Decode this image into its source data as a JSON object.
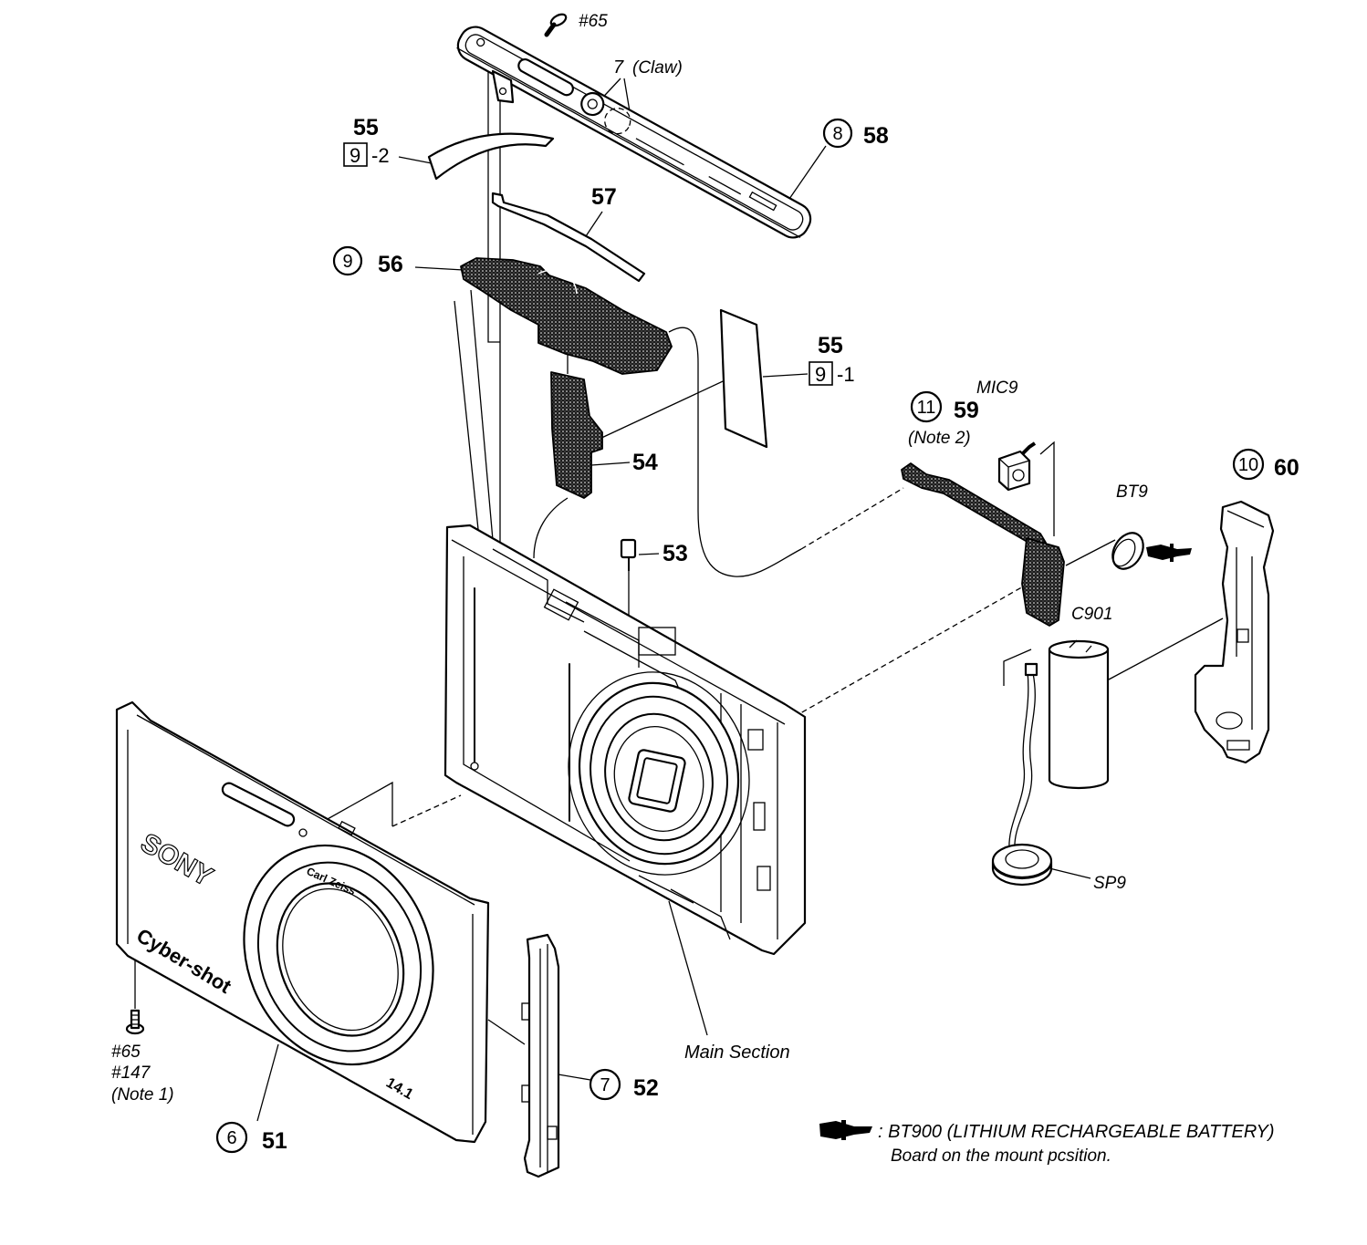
{
  "callouts": {
    "screw_top": "#65",
    "claw_num": "7",
    "claw_note": "(Claw)",
    "p55_top": "55",
    "p55_top_box": "9",
    "p55_top_suffix": "-2",
    "p58_circle": "8",
    "p58": "58",
    "p57": "57",
    "p56_circle": "9",
    "p56": "56",
    "p55_mid": "55",
    "p55_mid_box": "9",
    "p55_mid_suffix": "-1",
    "mic9": "MIC9",
    "p59_circle": "11",
    "p59": "59",
    "note2": "(Note 2)",
    "p54": "54",
    "p60_circle": "10",
    "p60": "60",
    "bt9": "BT9",
    "p53": "53",
    "c901": "C901",
    "sp9": "SP9",
    "main_section": "Main Section",
    "screw_bottom_1": "#65",
    "screw_bottom_2": "#147",
    "note1": "(Note 1)",
    "p52_circle": "7",
    "p52": "52",
    "p51_circle": "6",
    "p51": "51"
  },
  "legend": {
    "line1": ": BT900 (LITHIUM RECHARGEABLE BATTERY)",
    "line2": "Board on the mount pcsition."
  },
  "markings": {
    "brand": "SONY",
    "model": "Cyber-shot",
    "lens": "Carl Zeiss",
    "megapixels": "14.1"
  }
}
